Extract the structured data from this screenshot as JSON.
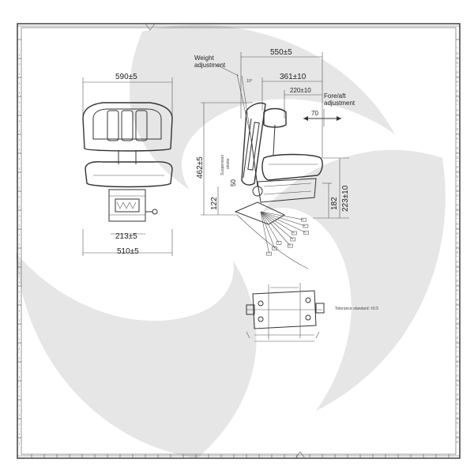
{
  "front_view": {
    "width_top": "590±5",
    "width_base": "213±5",
    "width_bottom": "510±5"
  },
  "side_view": {
    "weight_adjustment": [
      "Weight",
      "adjustment"
    ],
    "fore_aft_adjustment": [
      "Fore/aft",
      "adjustment"
    ],
    "depth_overall": "550±5",
    "depth_mid": "361±10",
    "depth_seat": "220±10",
    "fore_aft_travel": "70",
    "height_back": "462±5",
    "suspension_stroke": "122",
    "seat_height": "182",
    "seat_height_total": "223±10",
    "backrest_angle": "10°",
    "stroke_value": "50",
    "suspension_label": [
      "Suspension",
      "stroke"
    ]
  },
  "mounting_detail": {
    "note": "Tolerance standard: ±0.5"
  },
  "colors": {
    "ink": "#333333",
    "watermark": "#e6e6e6"
  }
}
